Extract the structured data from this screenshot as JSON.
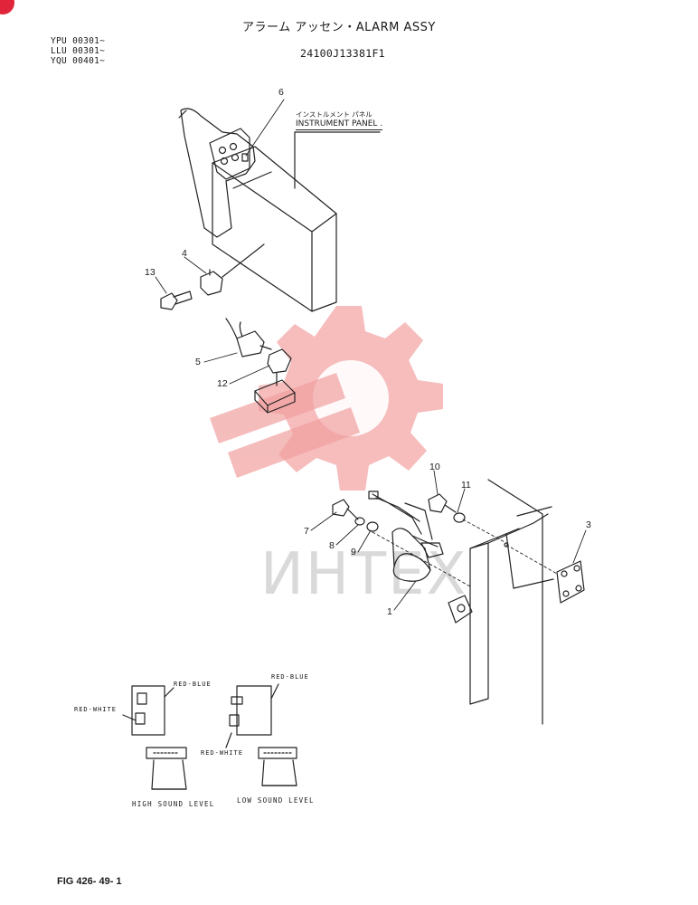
{
  "header": {
    "title": "アラーム アッセン・ALARM ASSY",
    "serials": [
      "YPU 00301~",
      "LLU 00301~",
      "YQU 00401~"
    ],
    "part_number": "24100J13381F1"
  },
  "labels": {
    "instrument_panel_jp": "インストルメント パネル",
    "instrument_panel_en": "INSTRUMENT PANEL ."
  },
  "callouts": {
    "c1": "1",
    "c3": "3",
    "c4": "4",
    "c5": "5",
    "c6": "6",
    "c7": "7",
    "c8": "8",
    "c9": "9",
    "c10": "10",
    "c11": "11",
    "c12": "12",
    "c13": "13"
  },
  "wiring": {
    "high_red_blue": "RED-BLUE",
    "high_red_white": "RED-WHITE",
    "low_red_blue": "RED-BLUE",
    "low_red_white": "RED-WHITE",
    "high_caption": "HIGH SOUND LEVEL",
    "low_caption": "LOW SOUND LEVEL"
  },
  "footer": {
    "figure": "FIG 426- 49- 1"
  },
  "watermark": {
    "text": "ИНТЕХ",
    "color": "#f08a8a"
  },
  "icons": {
    "watermark_logo": "gear-wrench-icon",
    "corner_badge": "red-circle-icon"
  }
}
